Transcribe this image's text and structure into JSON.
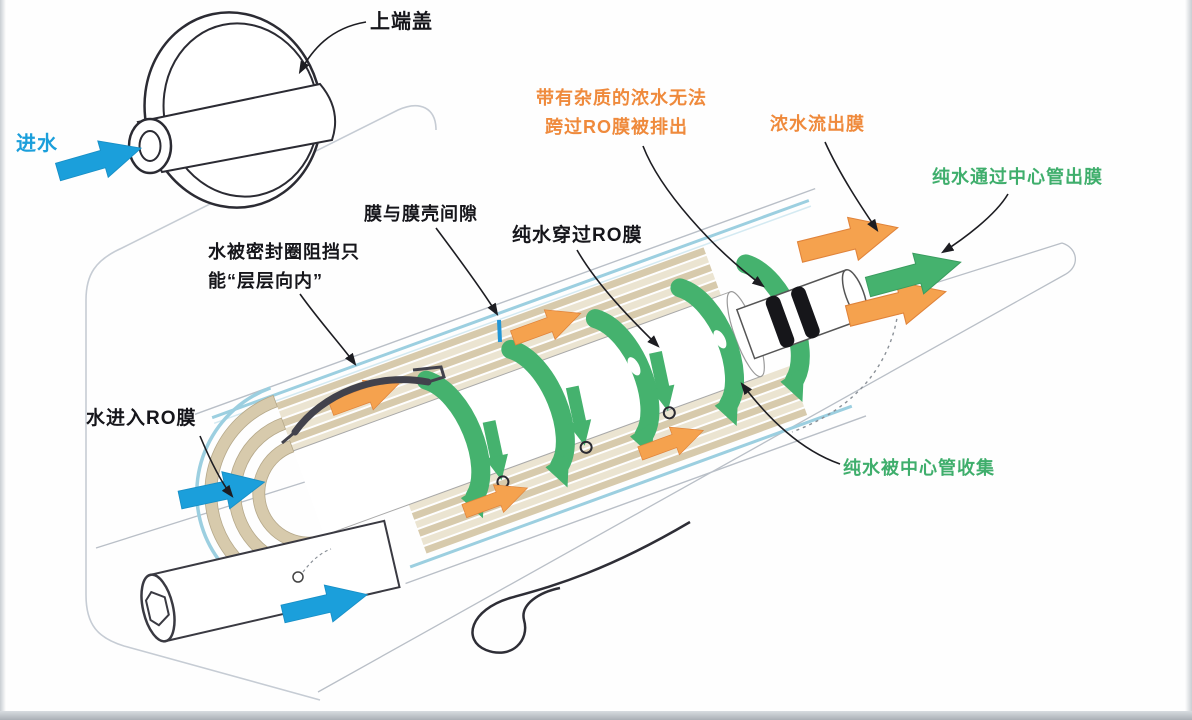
{
  "diagram": {
    "subject": "RO membrane element cutaway flow diagram",
    "colors": {
      "feed_blue": "#1b9fdb",
      "concentrate_orange_text": "#ef8a3c",
      "concentrate_orange_arrow": "#f5a24e",
      "pure_green": "#45b26e",
      "pure_green_text": "#3fae6c",
      "membrane_tan": "#d7caac",
      "membrane_tan_light": "#ebe4d1",
      "housing_blue": "#9ccfe0",
      "ink": "#2b2b33",
      "leader_line": "#1d1d22",
      "ghost_gray": "#c6ccd4"
    },
    "labels": {
      "top_end_cap": "上端盖",
      "inlet": "进水",
      "concentrate_blocked_1": "带有杂质的浓水无法",
      "concentrate_blocked_2": "跨过RO膜被排出",
      "concentrate_out": "浓水流出膜",
      "pure_out_center_tube": "纯水通过中心管出膜",
      "membrane_shell_gap": "膜与膜壳间隙",
      "pure_through_membrane": "纯水穿过RO膜",
      "seal_blocked_1": "水被密封圈阻挡只",
      "seal_blocked_2": "能“层层向内”",
      "water_enters_membrane": "水进入RO膜",
      "pure_collected": "纯水被中心管收集"
    }
  }
}
